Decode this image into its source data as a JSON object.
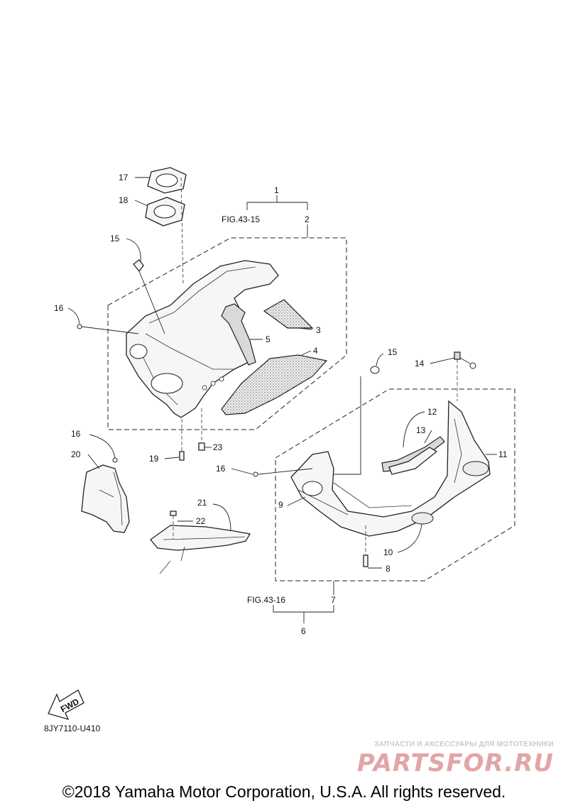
{
  "callouts": {
    "c1": "1",
    "c2": "2",
    "c3": "3",
    "c4": "4",
    "c5": "5",
    "c6": "6",
    "c7": "7",
    "c8": "8",
    "c9": "9",
    "c10": "10",
    "c11": "11",
    "c12": "12",
    "c13": "13",
    "c14": "14",
    "c15a": "15",
    "c15b": "15",
    "c16a": "16",
    "c16b": "16",
    "c16c": "16",
    "c17": "17",
    "c18": "18",
    "c19": "19",
    "c20": "20",
    "c21": "21",
    "c22": "22",
    "c23": "23"
  },
  "figure_refs": {
    "upper": "FIG.43-15",
    "lower": "FIG.43-16"
  },
  "fwd_label": "FWD",
  "diagram_code": "8JY7110-U410",
  "watermark": {
    "tagline": "ЗАПЧАСТИ И АКСЕССУАРЫ ДЛЯ МОТОТЕХНИКИ",
    "logo": "PARTSFOR.RU"
  },
  "copyright": "©2018 Yamaha Motor Corporation, U.S.A. All rights reserved."
}
